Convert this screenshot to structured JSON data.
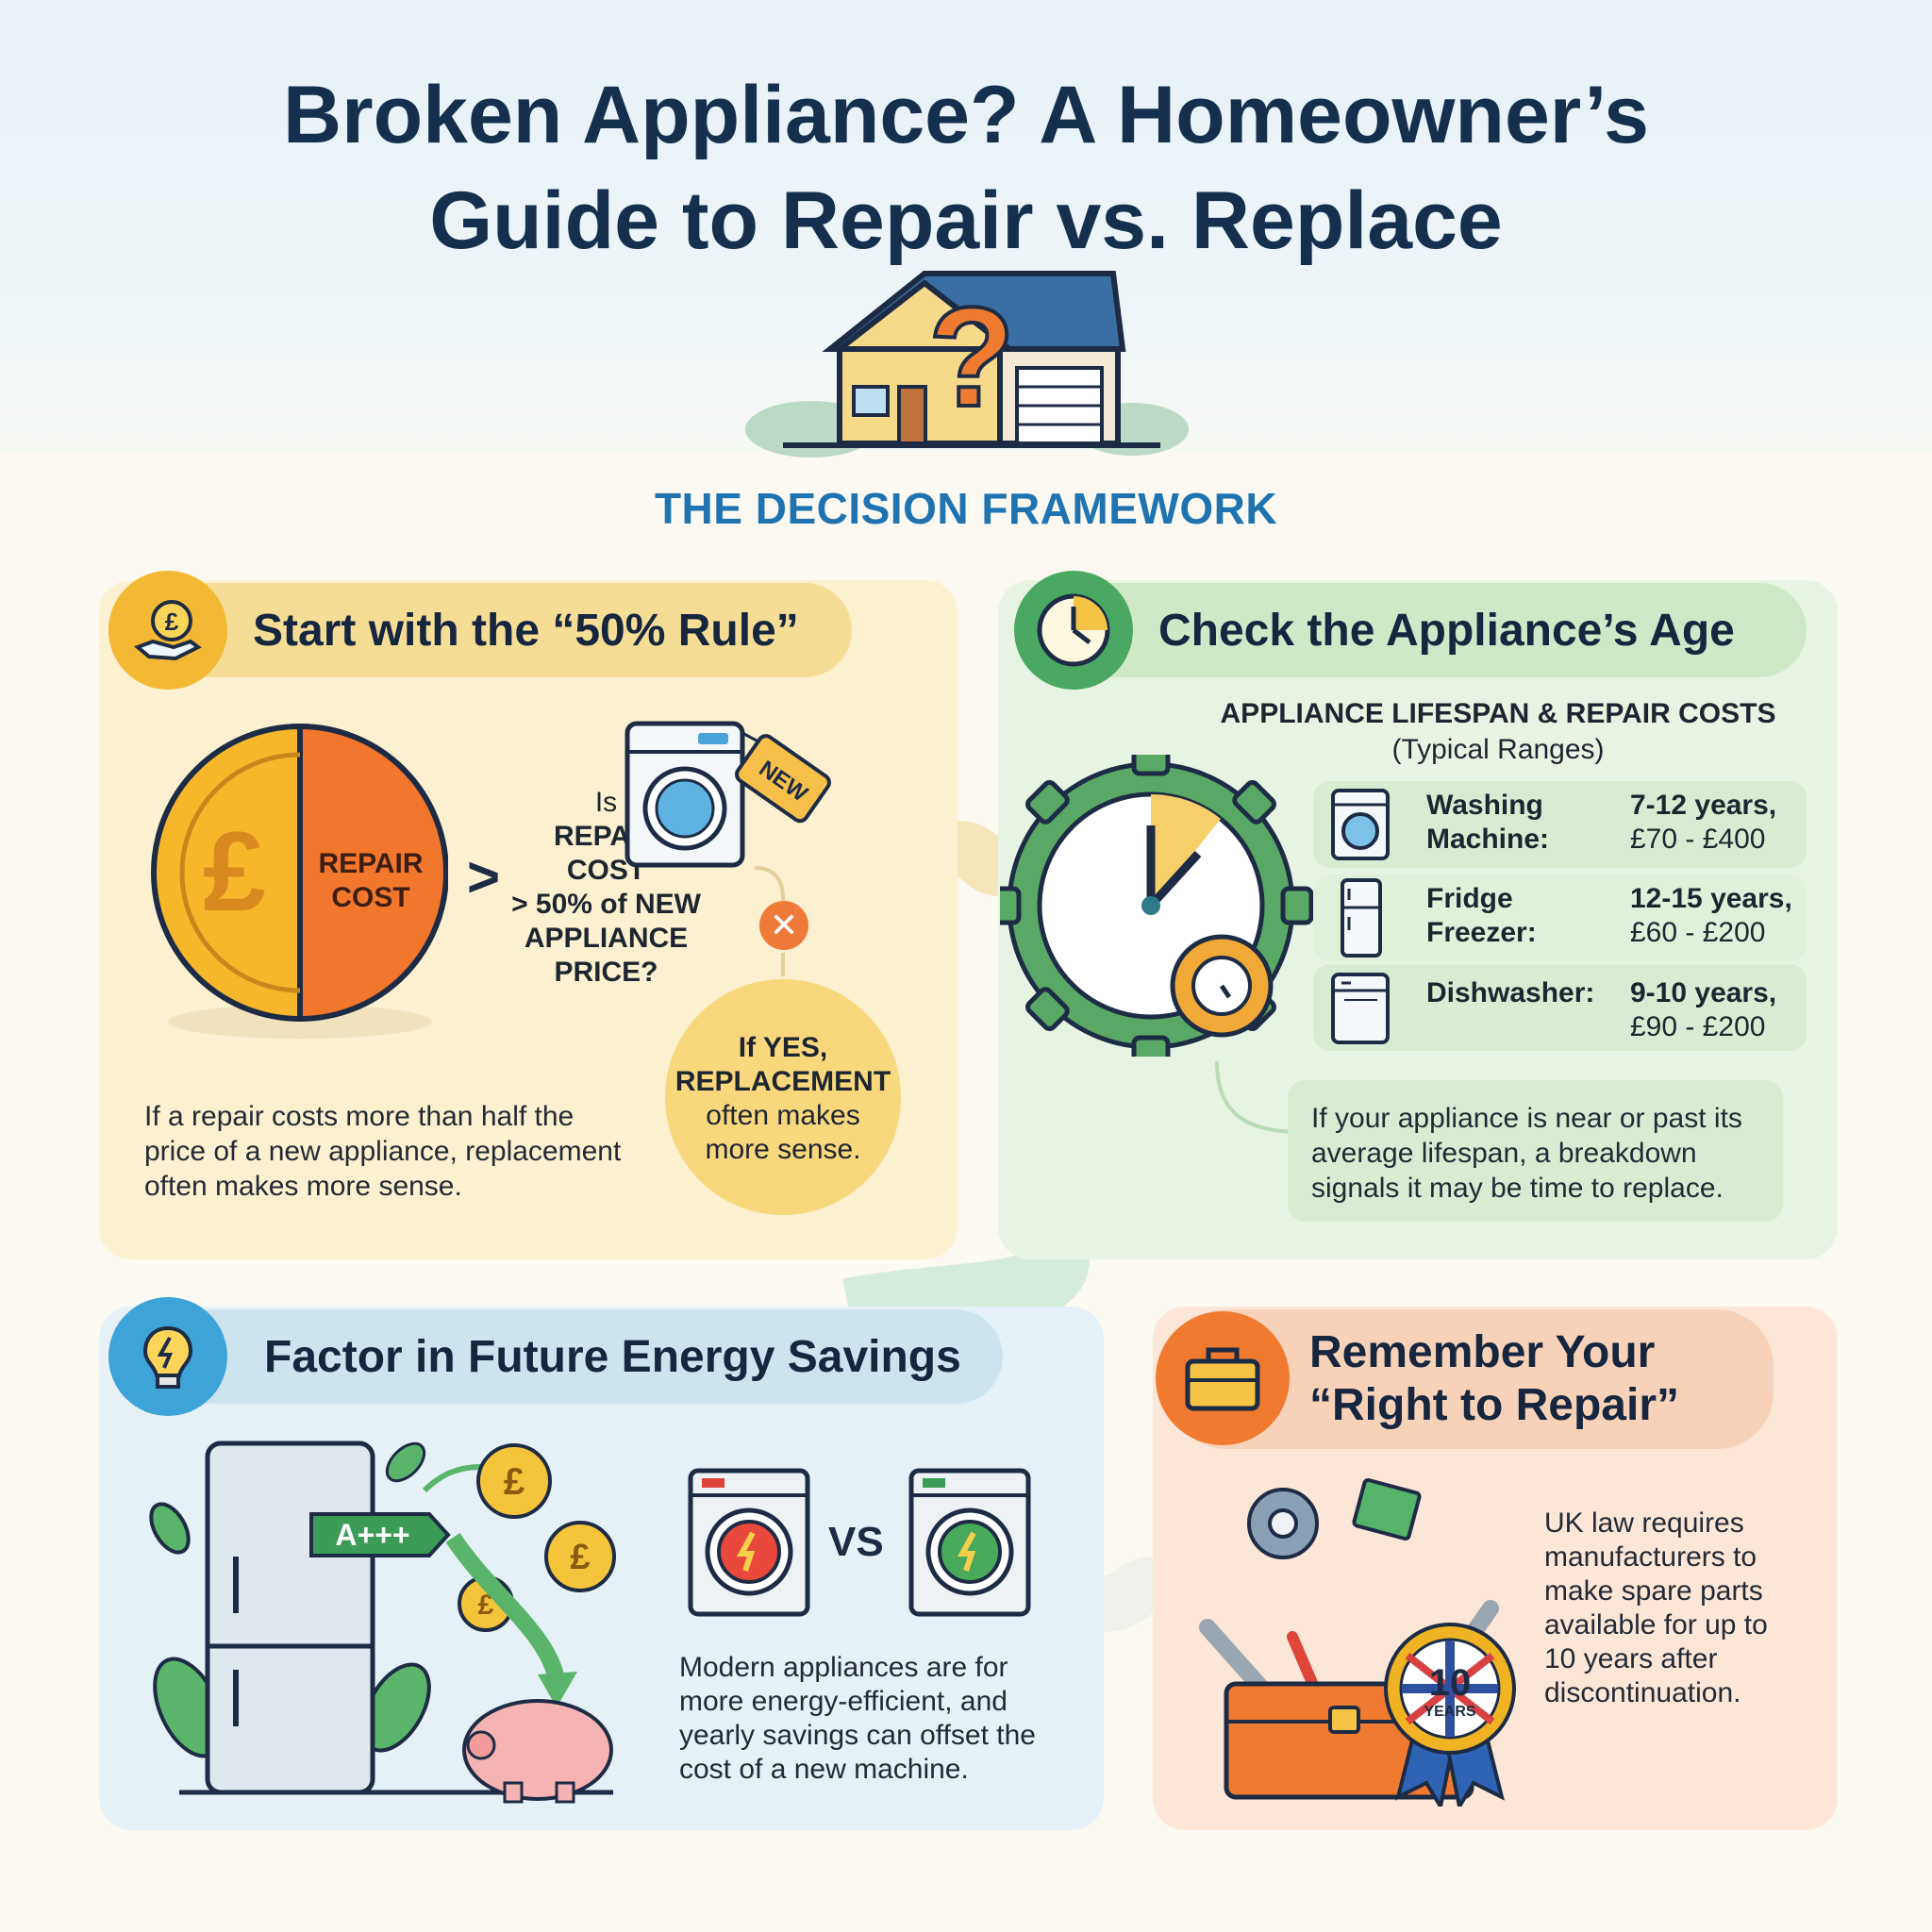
{
  "header": {
    "title_line1": "Broken Appliance? A Homeowner’s",
    "title_line2": "Guide to Repair vs. Replace"
  },
  "framework_heading": "THE DECISION FRAMEWORK",
  "rule50": {
    "heading": "Start with the “50% Rule”",
    "coin_symbol": "£",
    "coin_label_line1": "REPAIR",
    "coin_label_line2": "COST",
    "compare_symbol": ">",
    "question_lines": [
      "Is",
      "REPAIR",
      "COST",
      "> 50% of NEW",
      "APPLIANCE",
      "PRICE?"
    ],
    "tag_label": "NEW",
    "yes_lines": [
      "If YES,",
      "REPLACEMENT",
      "often makes",
      "more sense."
    ],
    "body_lines": [
      "If a repair costs more than half the",
      "price of a new appliance, replacement",
      "often makes more sense."
    ]
  },
  "age": {
    "heading": "Check the Appliance’s Age",
    "table_title": "APPLIANCE LIFESPAN & REPAIR COSTS",
    "table_subtitle": "(Typical Ranges)",
    "rows": [
      {
        "name_line1": "Washing",
        "name_line2": "Machine:",
        "value_line1": "7-12 years,",
        "value_line2": "£70 - £400",
        "icon": "washing-machine-icon"
      },
      {
        "name_line1": "Fridge",
        "name_line2": "Freezer:",
        "value_line1": "12-15 years,",
        "value_line2": "£60 - £200",
        "icon": "fridge-icon"
      },
      {
        "name_line1": "Dishwasher:",
        "name_line2": "",
        "value_line1": "9-10 years,",
        "value_line2": "£90 - £200",
        "icon": "dishwasher-icon"
      }
    ],
    "note_lines": [
      "If your appliance is near or past its",
      "average lifespan, a breakdown",
      "signals it may be time to replace."
    ]
  },
  "energy": {
    "heading": "Factor in Future Energy Savings",
    "label_rating": "A+++",
    "coin_symbol": "£",
    "vs_label": "VS",
    "body_lines": [
      "Modern appliances are for",
      "more energy-efficient, and",
      "yearly savings can offset the",
      "cost of a new machine."
    ]
  },
  "repair_right": {
    "heading_line1": "Remember Your",
    "heading_line2": "“Right to Repair”",
    "badge_number": "10",
    "badge_unit": "YEARS",
    "body_lines": [
      "UK law requires",
      "manufacturers to",
      "make spare parts",
      "available for up to",
      "10 years after",
      "discontinuation."
    ]
  },
  "colors": {
    "navy": "#15304e",
    "blue_heading": "#1f73b0",
    "yellow_card": "#fbf0cf",
    "green_card": "#e8f4e3",
    "blue_card": "#e5f1f6",
    "peach_card": "#fbe6d7",
    "orange": "#f07a2f",
    "gold": "#f5b92e",
    "green": "#3f9b57"
  }
}
